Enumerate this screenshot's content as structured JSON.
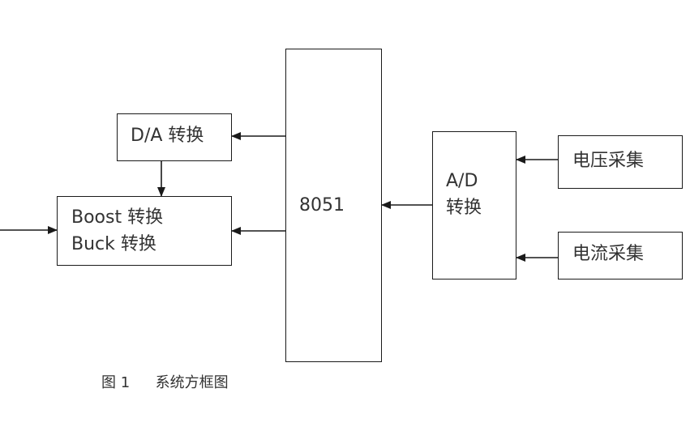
{
  "diagram": {
    "da_box": {
      "label": "D/A 转换"
    },
    "boost_buck_box": {
      "line1": "Boost 转换",
      "line2": "Buck 转换"
    },
    "mcu_box": {
      "label": "8051"
    },
    "ad_box": {
      "line1": "A/D",
      "line2": "转换"
    },
    "voltage_box": {
      "label": "电压采集"
    },
    "current_box": {
      "label": "电流采集"
    }
  },
  "caption": {
    "figure_number": "图 1",
    "title": "系统方框图"
  }
}
